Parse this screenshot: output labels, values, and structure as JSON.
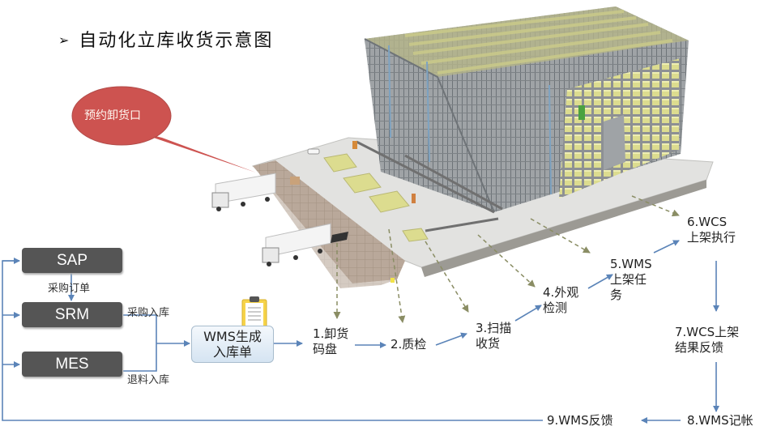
{
  "title": {
    "bullet": "➢",
    "text": "自动化立库收货示意图"
  },
  "callout": {
    "text": "预约卸货口",
    "color": "#cd5350"
  },
  "systems": [
    {
      "id": "sap",
      "label": "SAP"
    },
    {
      "id": "srm",
      "label": "SRM"
    },
    {
      "id": "mes",
      "label": "MES"
    }
  ],
  "edge_labels": {
    "sap_to_srm": "采购订单",
    "srm_to_wms": "采购入库",
    "mes_to_wms": "退料入库"
  },
  "wms_box": {
    "line1": "WMS生成",
    "line2": "入库单"
  },
  "steps": [
    {
      "n": "1",
      "line1": "1.卸货",
      "line2": "码盘"
    },
    {
      "n": "2",
      "line1": "2.质检",
      "line2": ""
    },
    {
      "n": "3",
      "line1": "3.扫描",
      "line2": "收货"
    },
    {
      "n": "4",
      "line1": "4.外观",
      "line2": "检测"
    },
    {
      "n": "5",
      "line1": "5.WMS",
      "line2": "上架任",
      "line3": "务"
    },
    {
      "n": "6",
      "line1": "6.WCS",
      "line2": "上架执行"
    },
    {
      "n": "7",
      "line1": "7.WCS上架",
      "line2": "结果反馈"
    },
    {
      "n": "8",
      "line1": "8.WMS记帐"
    },
    {
      "n": "9",
      "line1": "9.WMS反馈"
    }
  ],
  "colors": {
    "flow_arrow": "#5b84b8",
    "dashed_arrow": "#8a8d64",
    "system_box": "#555555",
    "rack_box": "#d9d88a"
  }
}
